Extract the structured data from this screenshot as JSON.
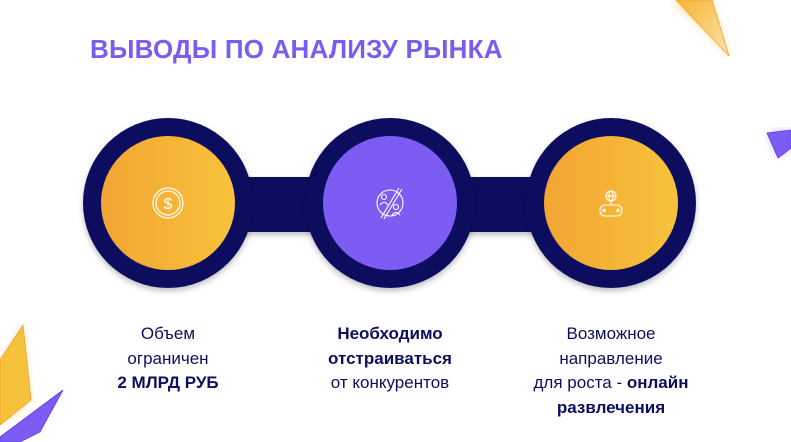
{
  "title": "ВЫВОДЫ ПО АНАЛИЗУ РЫНКА",
  "colors": {
    "accent": "#7b5cf0",
    "navy": "#0c0f5e",
    "orange_start": "#f2a533",
    "orange_end": "#f7c23a"
  },
  "steps": [
    {
      "icon": "dollar-coin-icon",
      "line1": "Объем",
      "line2": "ограничен",
      "line3_bold": "2 МЛРД РУБ"
    },
    {
      "icon": "competitors-icon",
      "line1_bold": "Необходимо",
      "line2_bold": "отстраиваться",
      "line3": "от конкурентов"
    },
    {
      "icon": "gamepad-globe-icon",
      "line1": "Возможное",
      "line2": "направление",
      "line3": "для роста - ",
      "line3_bold": "онлайн",
      "line4_bold": "развлечения"
    }
  ]
}
